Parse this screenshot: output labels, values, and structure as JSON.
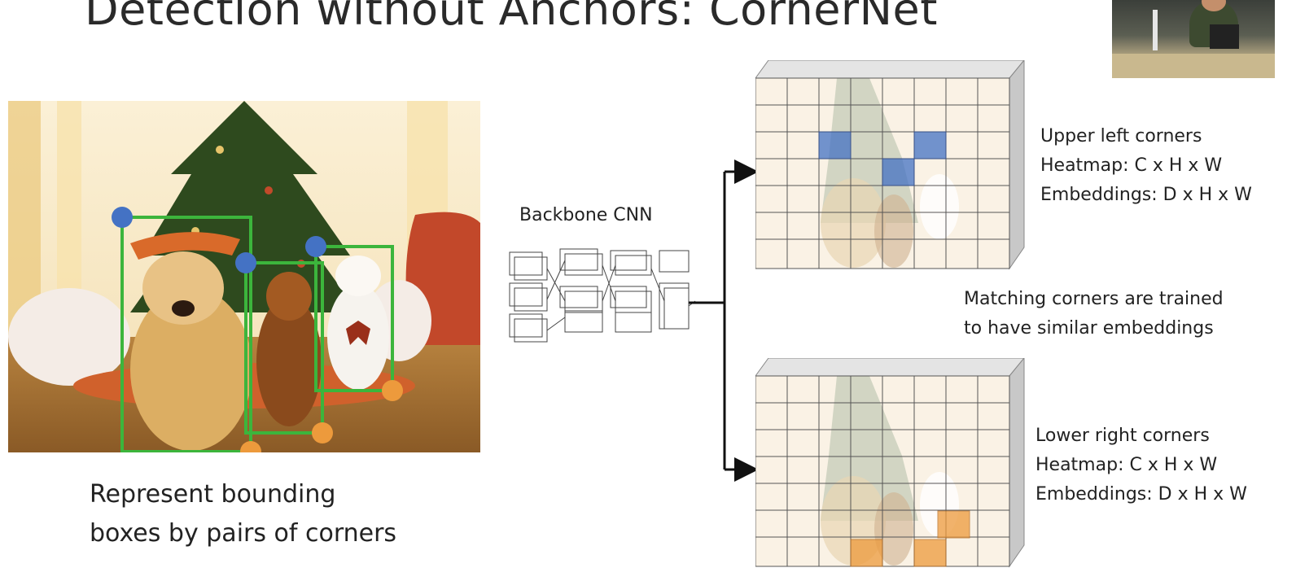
{
  "slide": {
    "title": "Detection without Anchors: CornerNet",
    "caption_lines": [
      "Represent bounding",
      "boxes by pairs of corners"
    ]
  },
  "backbone": {
    "label": "Backbone CNN"
  },
  "upper_branch": {
    "title": "Upper left corners",
    "heatmap": "Heatmap: C x H x W",
    "embeddings": "Embeddings: D x H x W"
  },
  "matching_note": [
    "Matching corners are trained",
    "to have similar embeddings"
  ],
  "lower_branch": {
    "title": "Lower right corners",
    "heatmap": "Heatmap: C x H x W",
    "embeddings": "Embeddings: D x H x W"
  },
  "colors": {
    "box": "#3cb53c",
    "upper_corner": "#4472c4",
    "lower_corner": "#ed9a3c",
    "grid": "#555555"
  }
}
